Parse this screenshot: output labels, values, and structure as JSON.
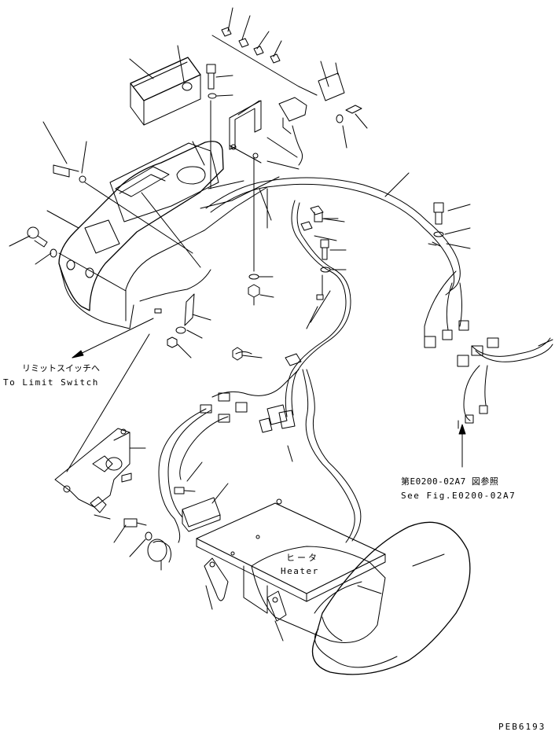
{
  "diagram": {
    "labels": {
      "limit_switch_jp": "リミットスイッチへ",
      "limit_switch_en": "To Limit Switch",
      "ref_jp": "第E0200-02A7 図参照",
      "ref_en": "See Fig.E0200-02A7",
      "heater_jp": "ヒータ",
      "heater_en": "Heater",
      "drawing_code": "PEB6193"
    }
  }
}
